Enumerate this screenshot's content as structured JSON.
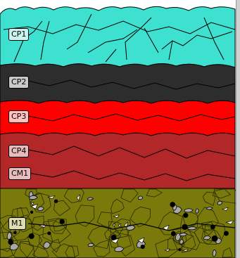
{
  "diagram": {
    "layers": [
      {
        "id": "cp1",
        "label": "CP1",
        "fill": "#3ee0d0",
        "label_bg": "#c9f5f0"
      },
      {
        "id": "cp2",
        "label": "CP2",
        "fill": "#2d2d2d",
        "label_bg": "#c8c8c8"
      },
      {
        "id": "cp3",
        "label": "CP3",
        "fill": "#ff0000",
        "label_bg": "#ffc0c0"
      },
      {
        "id": "cp4",
        "label": "CP4",
        "fill": "#b22727",
        "label_bg": "#e8bcbc"
      },
      {
        "id": "cm1",
        "label": "CM1",
        "fill": "#b22727",
        "label_bg": "#e8bcbc"
      },
      {
        "id": "m1",
        "label": "M1",
        "fill": "#7a7a0c",
        "label_bg": "#ddddb0"
      }
    ]
  }
}
